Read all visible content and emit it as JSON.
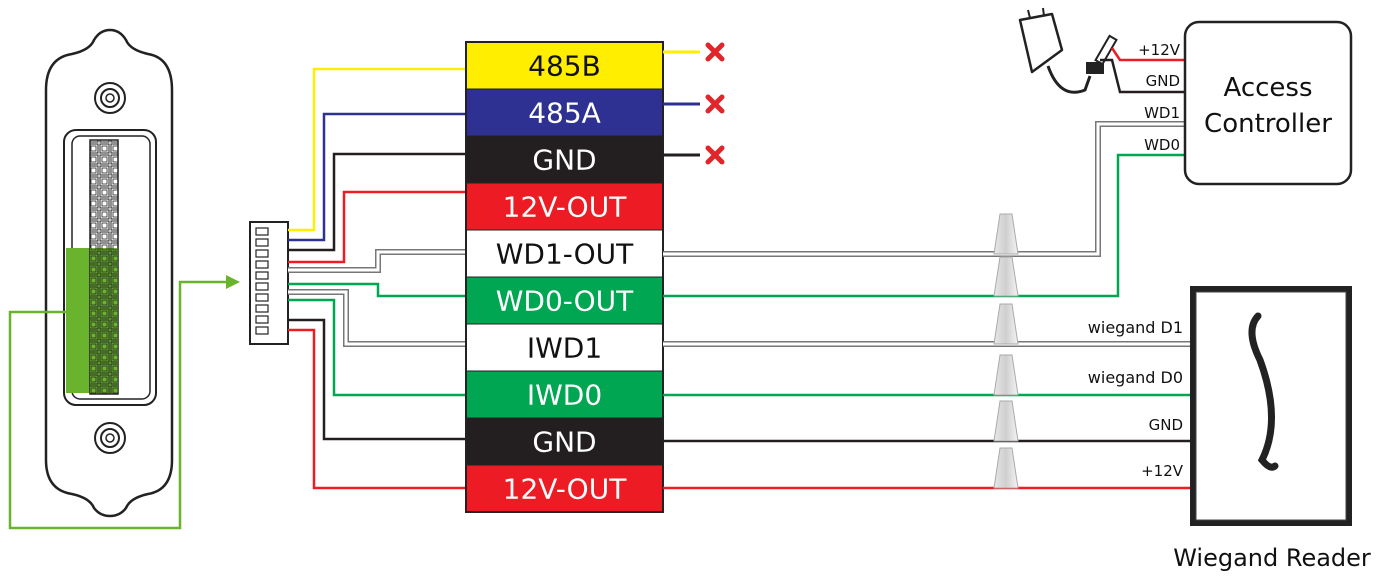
{
  "terminals": [
    {
      "label": "485B",
      "bg": "#ffee00",
      "fg": "#111111"
    },
    {
      "label": "485A",
      "bg": "#2e3192",
      "fg": "#ffffff"
    },
    {
      "label": "GND",
      "bg": "#231f20",
      "fg": "#ffffff"
    },
    {
      "label": "12V-OUT",
      "bg": "#ed1c24",
      "fg": "#ffffff"
    },
    {
      "label": "WD1-OUT",
      "bg": "#ffffff",
      "fg": "#111111"
    },
    {
      "label": "WD0-OUT",
      "bg": "#00a651",
      "fg": "#ffffff"
    },
    {
      "label": "IWD1",
      "bg": "#ffffff",
      "fg": "#111111"
    },
    {
      "label": "IWD0",
      "bg": "#00a651",
      "fg": "#ffffff"
    },
    {
      "label": "GND",
      "bg": "#231f20",
      "fg": "#ffffff"
    },
    {
      "label": "12V-OUT",
      "bg": "#ed1c24",
      "fg": "#ffffff"
    }
  ],
  "access_controller": {
    "title_line1": "Access",
    "title_line2": "Controller",
    "pins": [
      "+12V",
      "GND",
      "WD1",
      "WD0"
    ]
  },
  "wiegand_reader": {
    "caption": "Wiegand Reader",
    "pins": [
      "wiegand D1",
      "wiegand D0",
      "GND",
      "+12V"
    ]
  },
  "colors": {
    "yellow": "#ffee00",
    "blue": "#2e3192",
    "black": "#231f20",
    "red": "#ed1c24",
    "green": "#00a651",
    "gray": "#8a8a8a",
    "highlight": "#6ab42d",
    "x_mark": "#e0252b"
  }
}
